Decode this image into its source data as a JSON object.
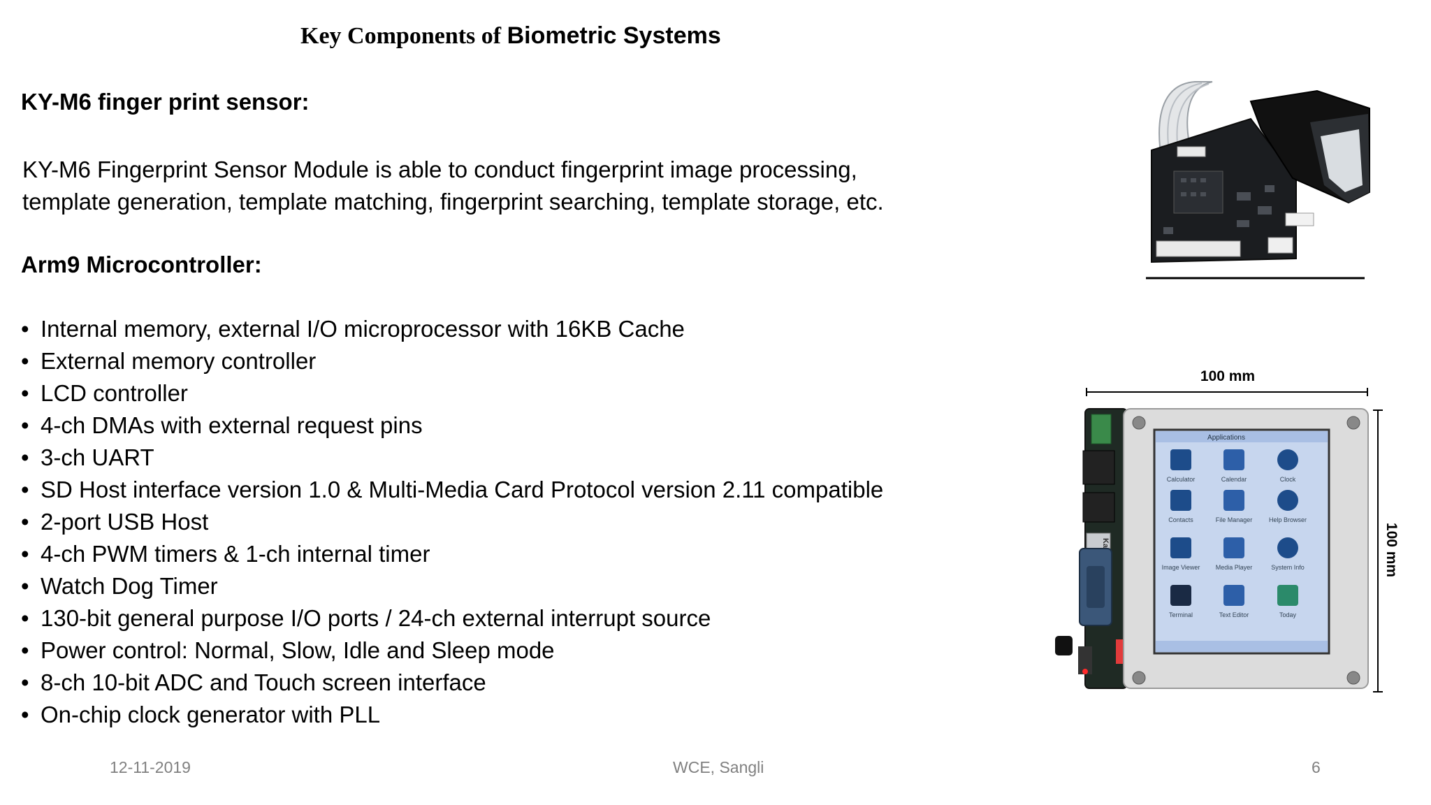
{
  "title": {
    "part1": "Key Components of ",
    "part2": "Biometric Systems"
  },
  "section1": {
    "heading": "KY-M6 finger print sensor:",
    "lines": [
      "KY-M6 Fingerprint Sensor Module is able to conduct fingerprint image processing,",
      "template generation, template matching, fingerprint searching, template storage, etc."
    ]
  },
  "section2": {
    "heading": "Arm9 Microcontroller:",
    "bullet": "•",
    "items": [
      "Internal memory, external I/O microprocessor with 16KB Cache",
      "External memory controller",
      "LCD controller",
      "4-ch DMAs with external request pins",
      "3-ch UART",
      "SD Host interface version 1.0 & Multi-Media Card Protocol version 2.11 compatible",
      "2-port USB Host",
      "4-ch PWM timers & 1-ch internal timer",
      "Watch Dog Timer",
      "130-bit general purpose I/O ports / 24-ch external interrupt source",
      "Power control: Normal, Slow, Idle and Sleep mode",
      "8-ch 10-bit ADC and Touch screen interface",
      "On-chip clock generator with PLL"
    ]
  },
  "board_image": {
    "dim_width": "100 mm",
    "dim_height": "100 mm",
    "screen_header": "Applications",
    "apps": [
      "Calculator",
      "Calendar",
      "Clock",
      "Contacts",
      "File Manager",
      "Help Browser",
      "Image Viewer",
      "Media Player",
      "System Info",
      "Terminal",
      "Text Editor",
      "Today"
    ],
    "chip_label": "KaiRun"
  },
  "footer": {
    "date": "12-11-2019",
    "center": "WCE, Sangli",
    "page": "6"
  }
}
